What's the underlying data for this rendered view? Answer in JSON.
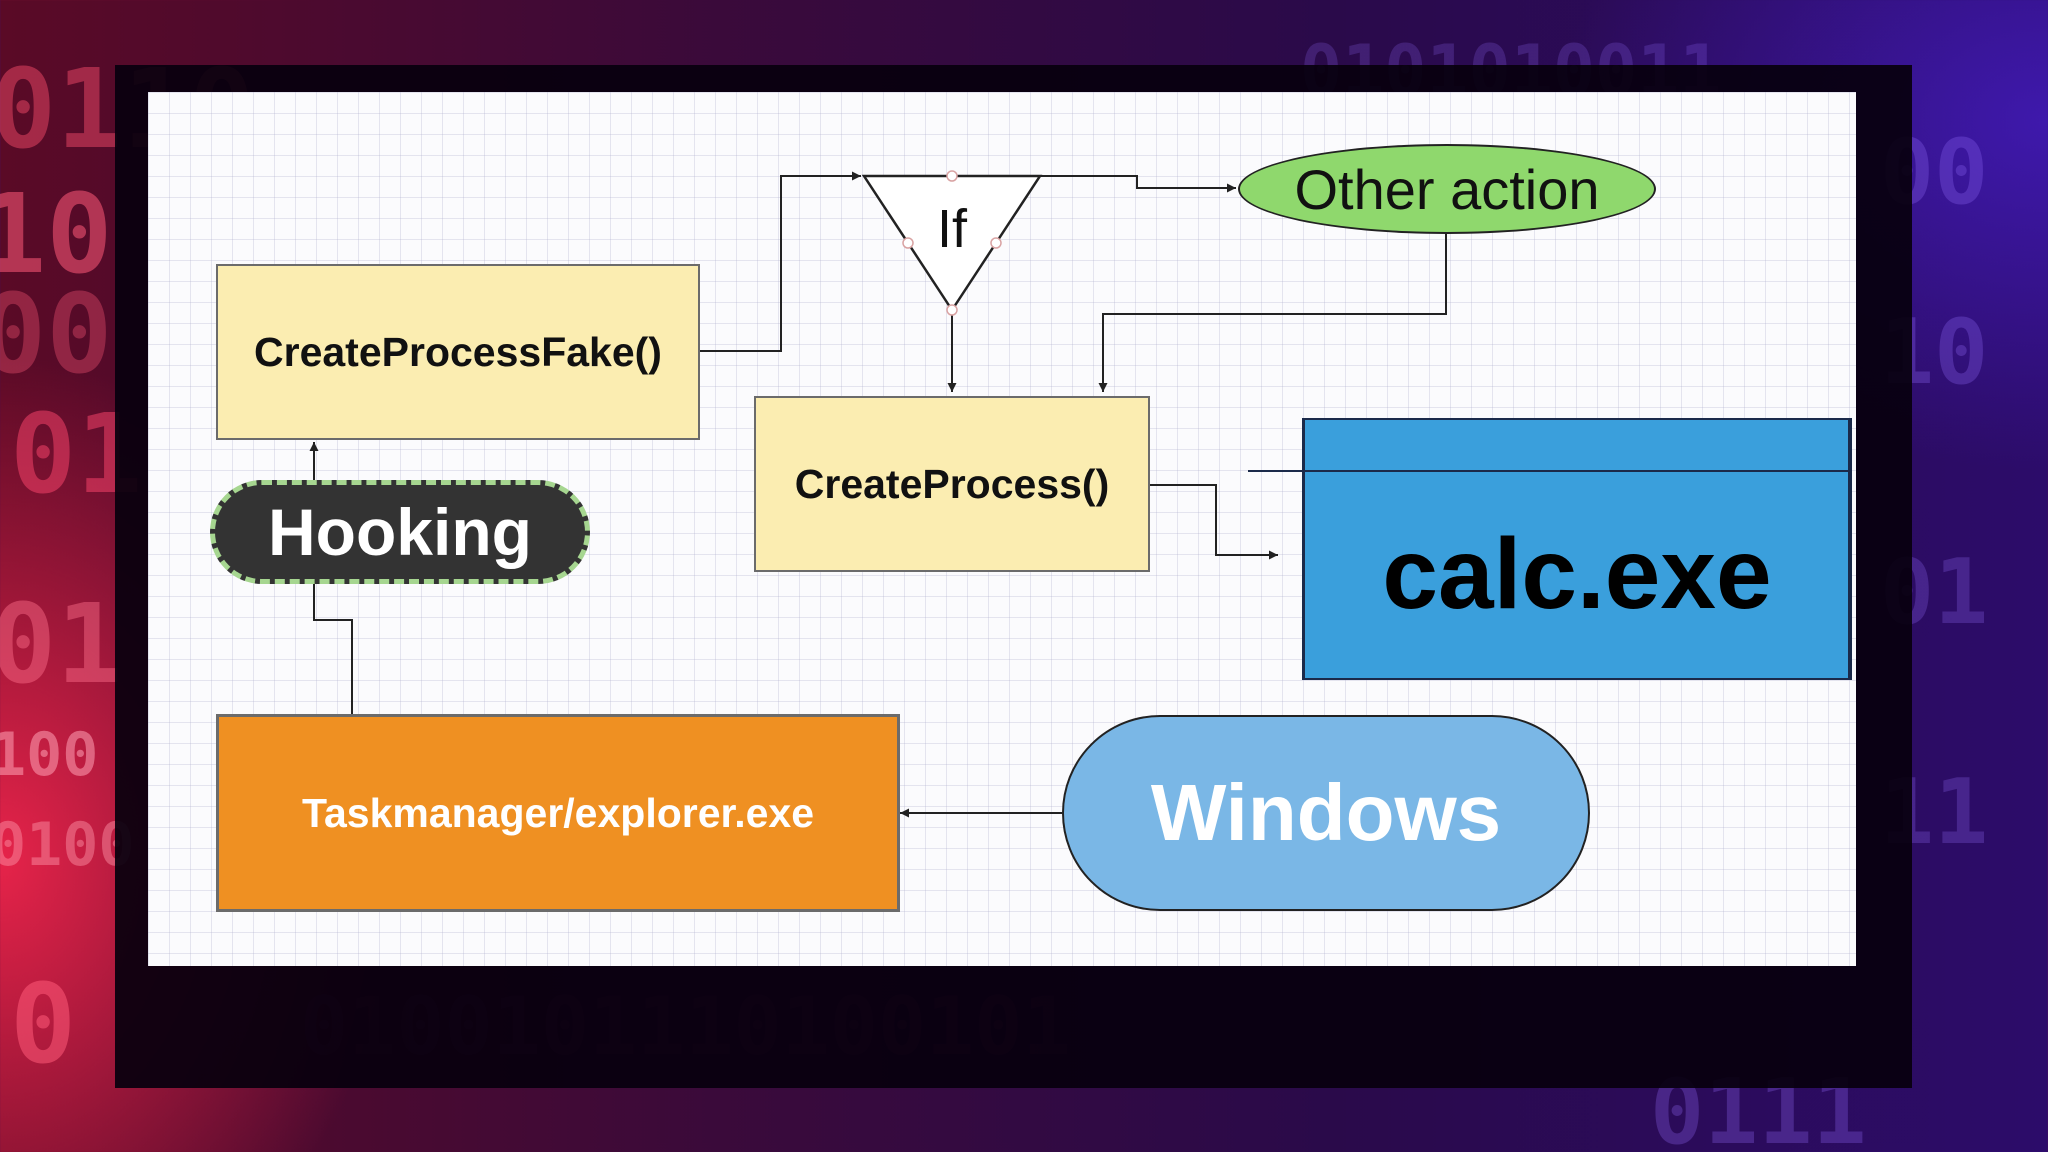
{
  "colors": {
    "process_box_fill": "#fbedb1",
    "orange_box_fill": "#ef9022",
    "calc_fill": "#3a9fdc",
    "windows_fill": "#7ab7e6",
    "other_action_fill": "#8fd86d",
    "hooking_fill": "#333333",
    "hooking_dash": "#a6d690"
  },
  "diagram": {
    "nodes": {
      "create_process_fake": {
        "label": "CreateProcessFake()"
      },
      "hooking": {
        "label": "Hooking"
      },
      "if_decision": {
        "label": "If"
      },
      "other_action": {
        "label": "Other action"
      },
      "create_process": {
        "label": "CreateProcess()"
      },
      "calc_exe": {
        "label": "calc.exe"
      },
      "taskmanager": {
        "label": "Taskmanager/explorer.exe"
      },
      "windows": {
        "label": "Windows"
      }
    },
    "edges": [
      {
        "from": "windows",
        "to": "taskmanager"
      },
      {
        "from": "taskmanager",
        "to": "hooking"
      },
      {
        "from": "hooking",
        "to": "create_process_fake"
      },
      {
        "from": "create_process_fake",
        "to": "if_decision"
      },
      {
        "from": "if_decision",
        "to": "other_action"
      },
      {
        "from": "if_decision",
        "to": "create_process"
      },
      {
        "from": "other_action",
        "to": "create_process"
      },
      {
        "from": "create_process",
        "to": "calc_exe"
      }
    ]
  }
}
